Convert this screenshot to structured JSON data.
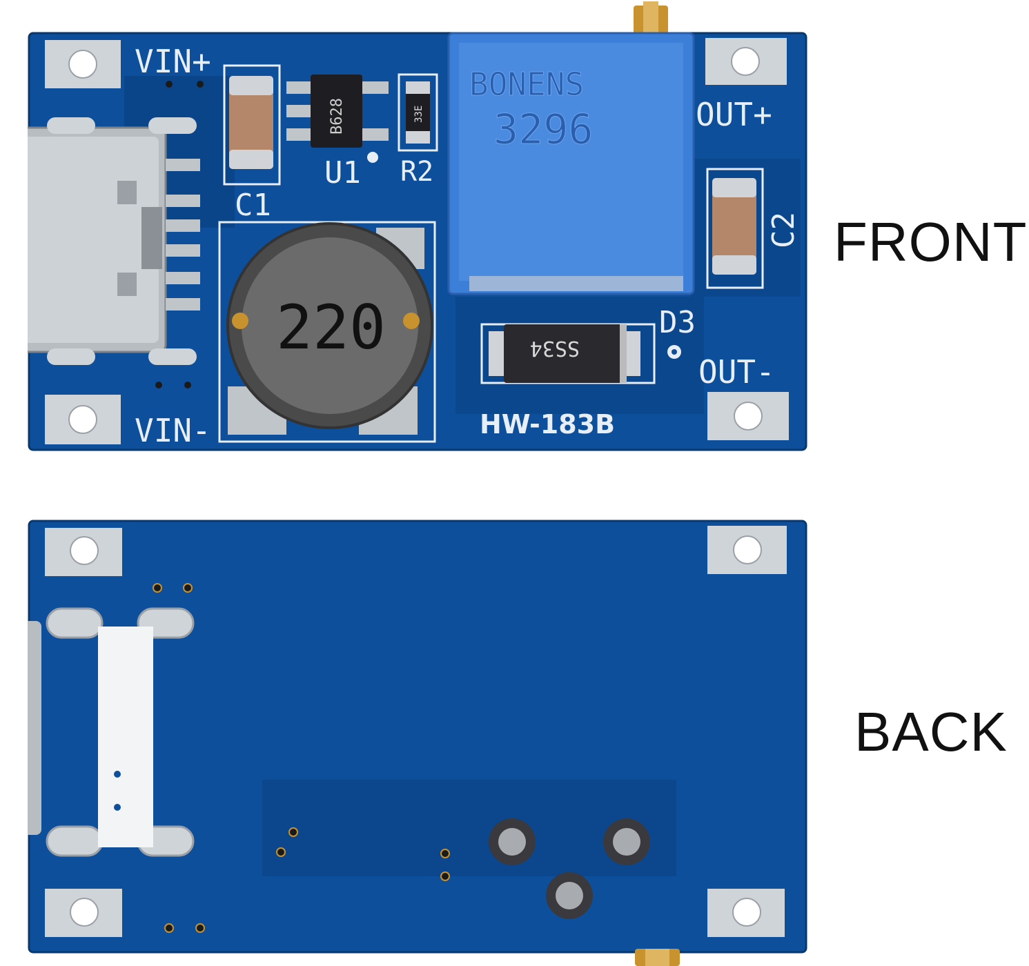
{
  "labels": {
    "front": "FRONT",
    "back": "BACK"
  },
  "front": {
    "silkscreen": {
      "vin_plus": "VIN+",
      "vin_minus": "VIN-",
      "out_plus": "OUT+",
      "out_minus": "OUT-",
      "c1": "C1",
      "c2": "C2",
      "u1": "U1",
      "r2": "R2",
      "d3": "D3",
      "model": "HW-183B"
    },
    "chip_marking": "B628",
    "resistor_marking": "33E",
    "inductor_marking": "220",
    "diode_marking": "SS34",
    "pot_brand": "BONENS",
    "pot_model": "3296"
  },
  "colors": {
    "pcb": "#0d4f9a",
    "pcb_dark": "#0a3f7e",
    "silk": "#e8eef6",
    "pad": "#cfd4d8",
    "pot": "#3b7fd8",
    "inductor": "#4a4a4a",
    "brass": "#c8922e"
  }
}
